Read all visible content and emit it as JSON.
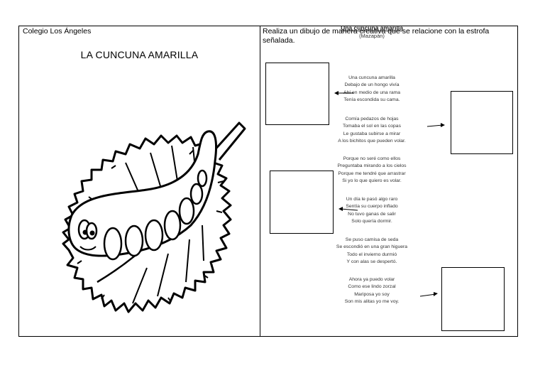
{
  "header": {
    "school": "Colegio Los Ángeles",
    "title": "LA CUNCUNA AMARILLA",
    "instruction": "Realiza un dibujo de manera creativa que se relacione con la estrofa señalada."
  },
  "poem": {
    "title": "Una cuncuna amarilla",
    "author": "(Mazapán)",
    "stanzas": [
      [
        "Una cuncuna amarilla",
        "Debajo de un hongo vivía",
        "Ahí en medio de una rama",
        "Tenía escondida su cama."
      ],
      [
        "Comía pedazos de hojas",
        "Tomaba el sol en las copas",
        "Le gustaba subirse a mirar",
        "A los bichitos que pueden volar."
      ],
      [
        "Porque no seré como ellos",
        "Preguntaba mirando a los cielos",
        "Porque me tendré que arrastrar",
        "Si yo lo que quiero es volar."
      ],
      [
        "Un día le pasó algo raro",
        "Sentía su cuerpo inflado",
        "No tuvo ganas de salir",
        "Solo quería dormir."
      ],
      [
        "Se puso camisa de seda",
        "Se escondió en una gran higuera",
        "Todo el invierno durmió",
        "Y con alas se despertó."
      ],
      [
        "Ahora ya puedo volar",
        "Como ese lindo zorzal",
        "Mariposa yo soy",
        "Son mis alitas yo me voy."
      ]
    ]
  },
  "icons": {
    "illustration": "caterpillar-on-leaf-icon",
    "arrow": "arrow-icon"
  },
  "colors": {
    "ink": "#000000",
    "paper": "#ffffff"
  }
}
